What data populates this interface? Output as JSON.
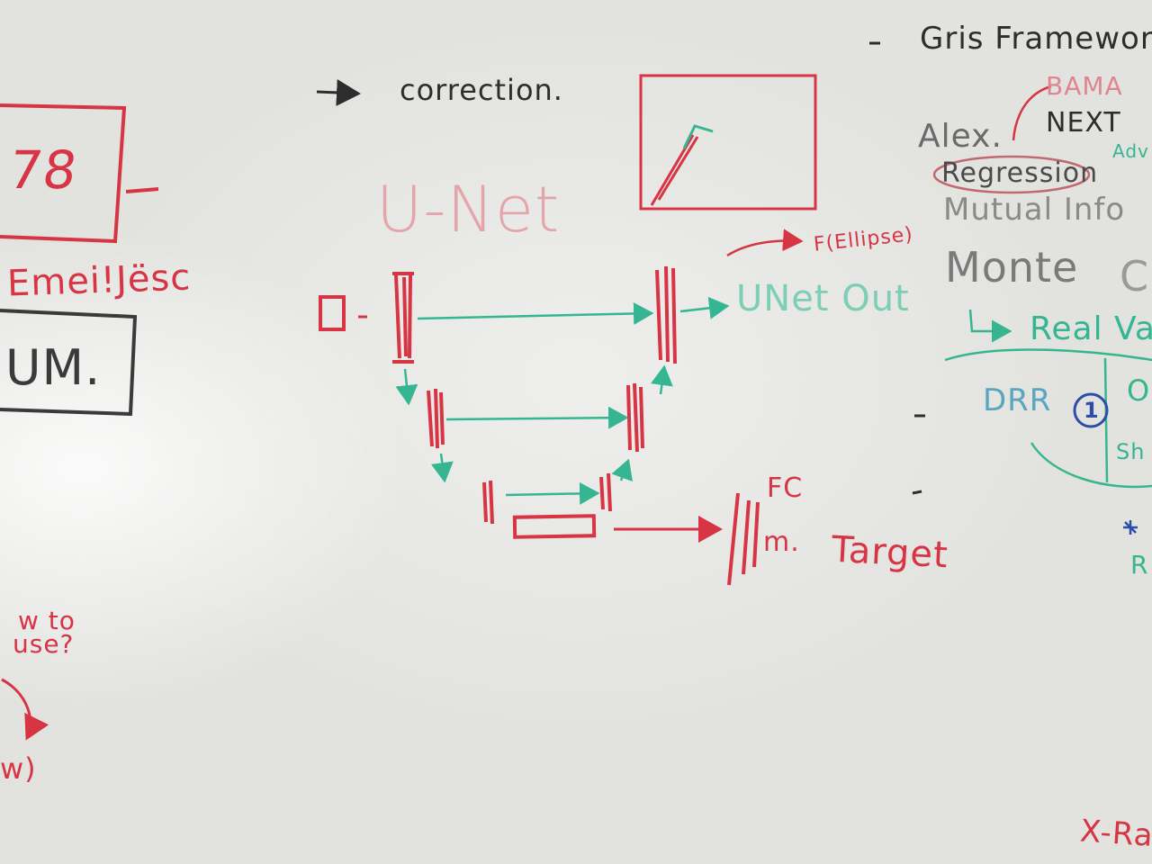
{
  "colors": {
    "board": "#e6e6e3",
    "marker_red": "#d73444",
    "marker_green": "#35b592",
    "marker_black": "#2d2d2d",
    "marker_blue": "#2b4fa8"
  },
  "left_panel": {
    "boxed_glyph": "78",
    "name_line": "Emei!Jësc",
    "boxed_word": "UM.",
    "question": [
      "w to",
      "use?"
    ],
    "bottom_fragment": "w)"
  },
  "center": {
    "correction_note": "correction.",
    "unet_title": "U-Net",
    "ellipse_label": "F(Ellipse)",
    "unet_output_label": "UNet Out",
    "fc_label": "FC",
    "target_label": "Target",
    "m_label": "m."
  },
  "right_panel": {
    "top_line": "Gris Framewor",
    "bama": "BAMA",
    "alex": "Alex.",
    "next": "NEXT",
    "adv": "Adv",
    "regression": "Regression",
    "mutual_info": "Mutual Info",
    "monte": "Monte",
    "c_fragment": "C",
    "real_value": "Real Valu",
    "drr": "DRR",
    "circled_number": "1",
    "o_fragment": "O",
    "sh_fragment": "Sh",
    "r_fragment": "R",
    "xray": "X-Ray"
  }
}
